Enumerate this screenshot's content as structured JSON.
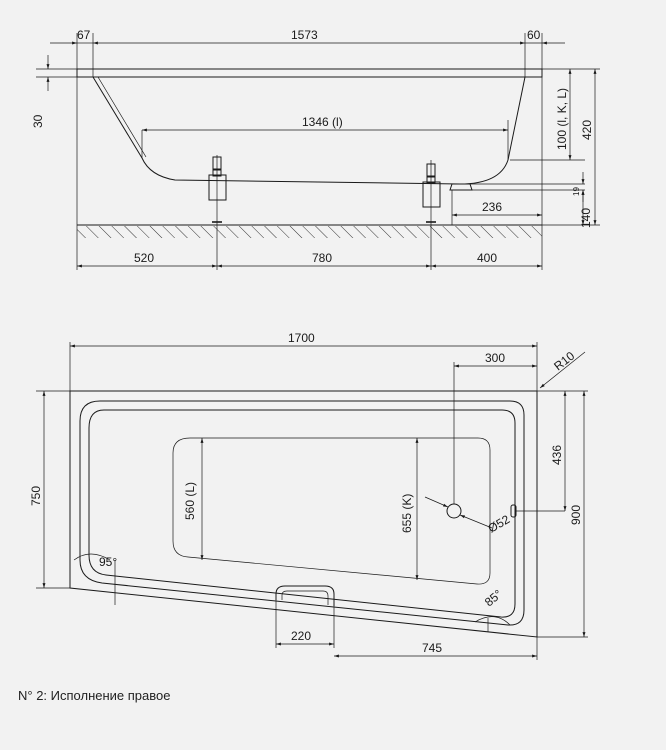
{
  "side_view": {
    "dims": {
      "d67": "67",
      "d1573": "1573",
      "d60": "60",
      "d30": "30",
      "d1346": "1346 (l)",
      "d100": "100 (l, K, L)",
      "d420": "420",
      "d19": "19",
      "d236": "236",
      "d140": "140",
      "d520": "520",
      "d780": "780",
      "d400": "400"
    }
  },
  "top_view": {
    "dims": {
      "d1700": "1700",
      "d300": "300",
      "r10": "R10",
      "d750": "750",
      "d560": "560 (L)",
      "d655": "655 (K)",
      "d436": "436",
      "d900": "900",
      "d52": "Ø52",
      "a95": "95°",
      "a85": "85°",
      "d220": "220",
      "d745": "745"
    }
  },
  "caption": "N° 2: Исполнение правое"
}
